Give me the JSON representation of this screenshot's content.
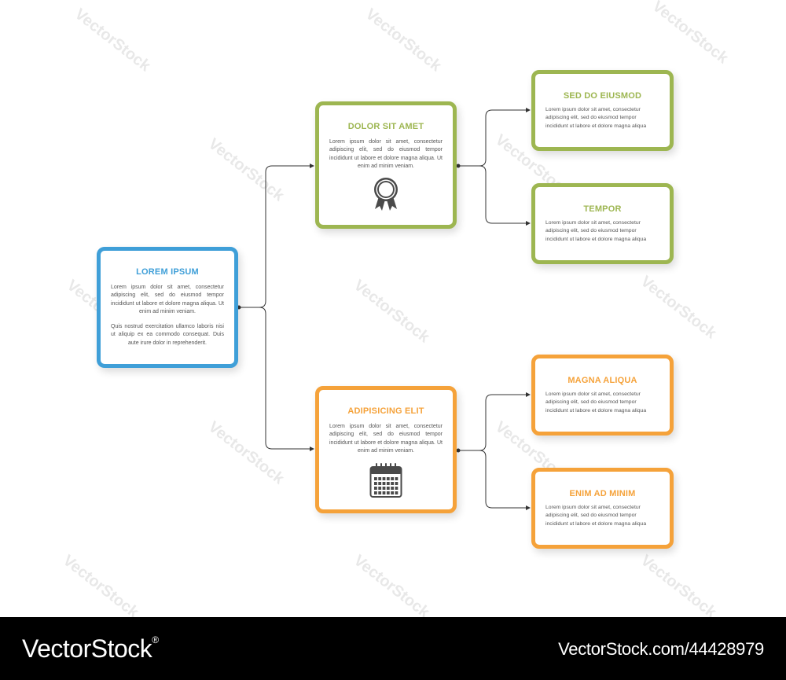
{
  "colors": {
    "main": "#3f9fd8",
    "green": "#9db651",
    "orange": "#f5a23a",
    "connector": "#333333"
  },
  "main": {
    "title": "LOREM IPSUM",
    "text1": "Lorem ipsum dolor sit amet, consectetur adipiscing elit, sed do eiusmod tempor incididunt ut labore et dolore magna aliqua. Ut enim ad minim veniam.",
    "text2": "Quis nostrud exercitation ullamco laboris nisi ut aliquip ex ea commodo consequat. Duis aute irure dolor in reprehenderit."
  },
  "branches": [
    {
      "title": "DOLOR SIT AMET",
      "text": "Lorem ipsum dolor sit amet, consectetur adipiscing elit, sed do eiusmod tempor incididunt ut labore et dolore magna aliqua. Ut enim ad minim veniam.",
      "icon": "award-ribbon-icon",
      "children": [
        {
          "title": "SED DO EIUSMOD",
          "text": "Lorem ipsum dolor sit amet, consectetur adipiscing elit, sed do eiusmod tempor incididunt ut labore et dolore magna aliqua"
        },
        {
          "title": "TEMPOR",
          "text": "Lorem ipsum dolor sit amet, consectetur adipiscing elit, sed do eiusmod tempor incididunt ut labore et dolore magna aliqua"
        }
      ]
    },
    {
      "title": "ADIPISICING ELIT",
      "text": "Lorem ipsum dolor sit amet, consectetur adipiscing elit, sed do eiusmod tempor incididunt ut labore et dolore magna aliqua. Ut enim ad minim veniam.",
      "icon": "calendar-icon",
      "children": [
        {
          "title": "MAGNA ALIQUA",
          "text": "Lorem ipsum dolor sit amet, consectetur adipiscing elit, sed do eiusmod tempor incididunt ut labore et dolore magna aliqua"
        },
        {
          "title": "ENIM AD MINIM",
          "text": "Lorem ipsum dolor sit amet, consectetur adipiscing elit, sed do eiusmod tempor incididunt ut labore et dolore magna aliqua"
        }
      ]
    }
  ],
  "watermark": "VectorStock",
  "footer": {
    "brand": "VectorStock",
    "brand_mark": "®",
    "image_id": "VectorStock.com/44428979"
  }
}
